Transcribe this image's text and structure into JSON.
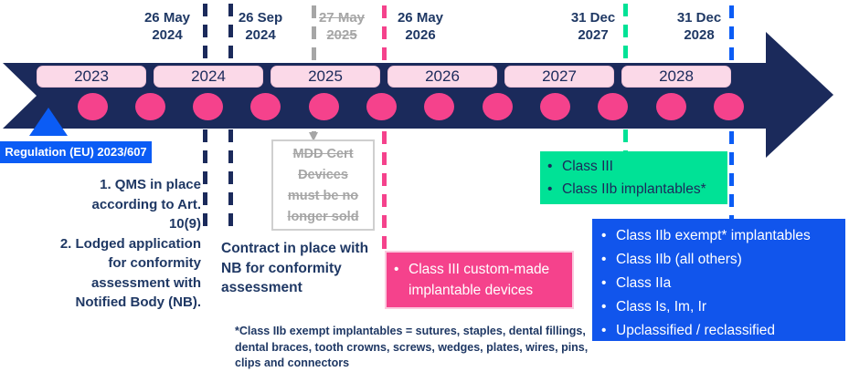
{
  "glyphs": {
    "bullet": "•"
  },
  "colors": {
    "navy_band": "#1B2A5B",
    "navy_text": "#1F3864",
    "pink": "#F5428C",
    "light_pink_year": "#FBD9E8",
    "bright_blue": "#0B5CF5",
    "blue_box": "#1155EC",
    "green": "#00E296",
    "gray": "#A6A6A6"
  },
  "timeline": {
    "years": [
      "2023",
      "2024",
      "2025",
      "2026",
      "2027",
      "2028"
    ],
    "start_marker_label": "Regulation (EU) 2023/607",
    "milestones": [
      {
        "date": "26 May\n2024"
      },
      {
        "date": "26 Sep\n2024"
      },
      {
        "date": "27 May\n2025"
      },
      {
        "date": "26 May\n2026"
      },
      {
        "date": "31 Dec\n2027"
      },
      {
        "date": "31 Dec\n2028"
      }
    ]
  },
  "notes": {
    "qms_list": "1. QMS in place\naccording to Art.\n10(9)\n2. Lodged application\nfor conformity\nassessment with\nNotified Body (NB).",
    "contract": "Contract in place with\nNB for conformity\nassessment",
    "mdd_box": "MDD Cert\nDevices\nmust be no\nlonger sold",
    "footnote": "*Class IIb exempt implantables = sutures, staples, dental fillings,\ndental braces, tooth crowns, screws, wedges, plates, wires, pins,\nclips and connectors"
  },
  "boxes": {
    "pink": {
      "items": [
        "Class III custom-made implantable devices"
      ]
    },
    "green": {
      "items": [
        "Class III",
        "Class IIb implantables*"
      ]
    },
    "blue": {
      "items": [
        "Class IIb exempt* implantables",
        "Class IIb (all others)",
        "Class IIa",
        "Class Is, Im, Ir",
        "Upclassified / reclassified"
      ]
    }
  }
}
